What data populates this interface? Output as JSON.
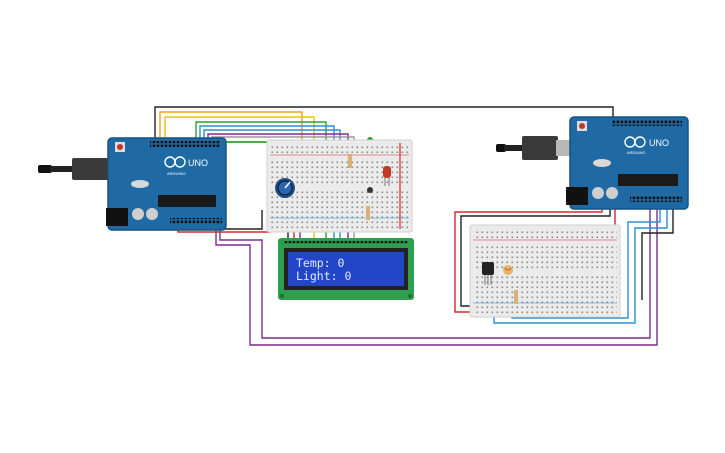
{
  "lcd": {
    "line1": "Temp: 0",
    "line2": "Light: 0"
  },
  "arduino_left": {
    "brand": "UNO",
    "sub": "ARDUINO"
  },
  "arduino_right": {
    "brand": "UNO",
    "sub": "ARDUINO"
  },
  "colors": {
    "board": "#1f6aa5",
    "board_dark": "#17527f",
    "breadboard": "#ebebeb",
    "lcd_frame": "#2e9e4f",
    "lcd_screen": "#2346c9",
    "wire_black": "#222222",
    "wire_red": "#d62828",
    "wire_purple": "#7b2d8e",
    "wire_blue": "#2a8fd6",
    "wire_green": "#2ca02c",
    "wire_orange": "#f0a020",
    "wire_yellow": "#e8c400",
    "wire_gray": "#999999"
  },
  "components": [
    "usb-cable-left",
    "arduino-uno-left",
    "breadboard-top",
    "potentiometer",
    "red-led",
    "lcd-16x2",
    "usb-cable-right",
    "arduino-uno-right",
    "breadboard-bottom",
    "temperature-sensor",
    "photoresistor"
  ]
}
